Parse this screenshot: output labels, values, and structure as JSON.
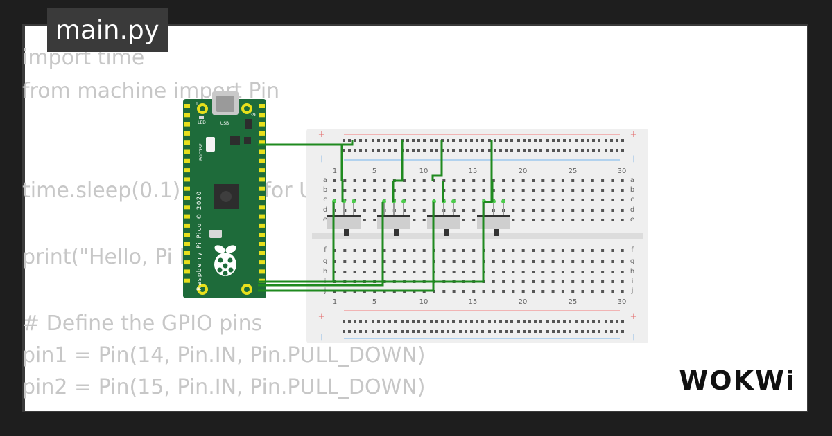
{
  "file_tab": {
    "label": "main.py"
  },
  "code_lines": [
    "import time",
    "from machine import Pin",
    "",
    "",
    "time.sleep(0.1) # Wait for USB to become ready",
    "",
    "print(\"Hello, Pi Pico!\")",
    "",
    "# Define the GPIO pins",
    "pin1 = Pin(14, Pin.IN, Pin.PULL_DOWN)",
    "pin2 = Pin(15, Pin.IN, Pin.PULL_DOWN)"
  ],
  "pico": {
    "usb_label": "USB",
    "led_label": "LED",
    "bootsel_label": "BOOTSEL",
    "board_text": "Raspberry Pi Pico © 2020",
    "pin_number_left": "1",
    "pin_number_right": "39",
    "colors": {
      "board": "#1e6b3a",
      "pad": "#e8e01c",
      "chip": "#2d2d2d"
    }
  },
  "breadboard": {
    "column_numbers": [
      "1",
      "5",
      "10",
      "15",
      "20",
      "25",
      "30"
    ],
    "row_letters_top": [
      "a",
      "b",
      "c",
      "d",
      "e"
    ],
    "row_letters_bottom": [
      "f",
      "g",
      "h",
      "i",
      "j"
    ],
    "rail_plus": "+",
    "rail_minus": "|",
    "colors": {
      "body": "#efefef",
      "hole": "#555555",
      "rail_red": "#f2a0a0",
      "rail_blue": "#9ec8ee"
    }
  },
  "switches": {
    "count": 4,
    "color": "#333333"
  },
  "wire_color": "#1f8a1f",
  "brand": {
    "logo": "WOKWi"
  }
}
